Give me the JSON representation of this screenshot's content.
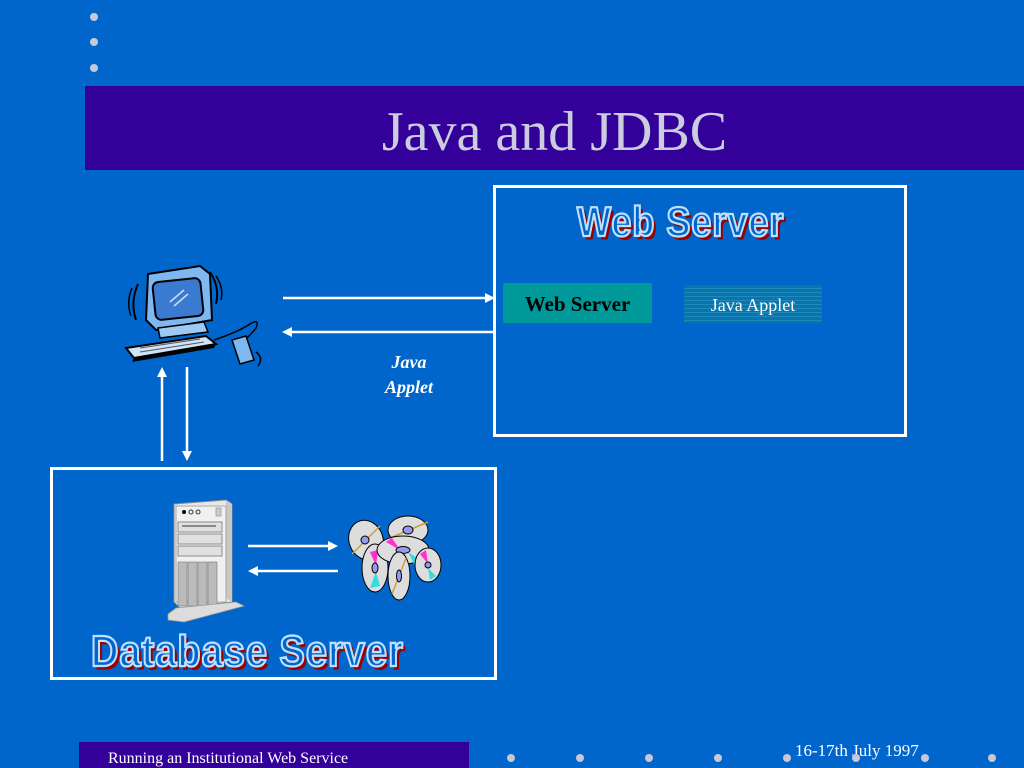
{
  "slide": {
    "title": "Java and JDBC",
    "colors": {
      "background": "#0066cc",
      "title_bar": "#330099",
      "web_server_label_bg": "#009999",
      "outline_text_shadow": "#990000"
    }
  },
  "diagram": {
    "web_server_box": {
      "title": "Web Server",
      "components": [
        {
          "label": "Web Server"
        },
        {
          "label": "Java Applet"
        }
      ]
    },
    "client": {
      "icon": "desktop-computer-icon",
      "link_caption_line1": "Java",
      "link_caption_line2": "Applet"
    },
    "database_server_box": {
      "title": "Database Server",
      "server_icon": "tower-server-icon",
      "storage_icon": "cd-stack-icon"
    },
    "arrows": [
      {
        "from": "client",
        "to": "web-server"
      },
      {
        "from": "web-server",
        "to": "client"
      },
      {
        "from": "database-server",
        "to": "client"
      },
      {
        "from": "client",
        "to": "database-server"
      },
      {
        "from": "tower-server",
        "to": "cd-storage"
      },
      {
        "from": "cd-storage",
        "to": "tower-server"
      }
    ]
  },
  "footer": {
    "left_text": "Running an Institutional Web Service",
    "date": "16-17th July 1997"
  }
}
